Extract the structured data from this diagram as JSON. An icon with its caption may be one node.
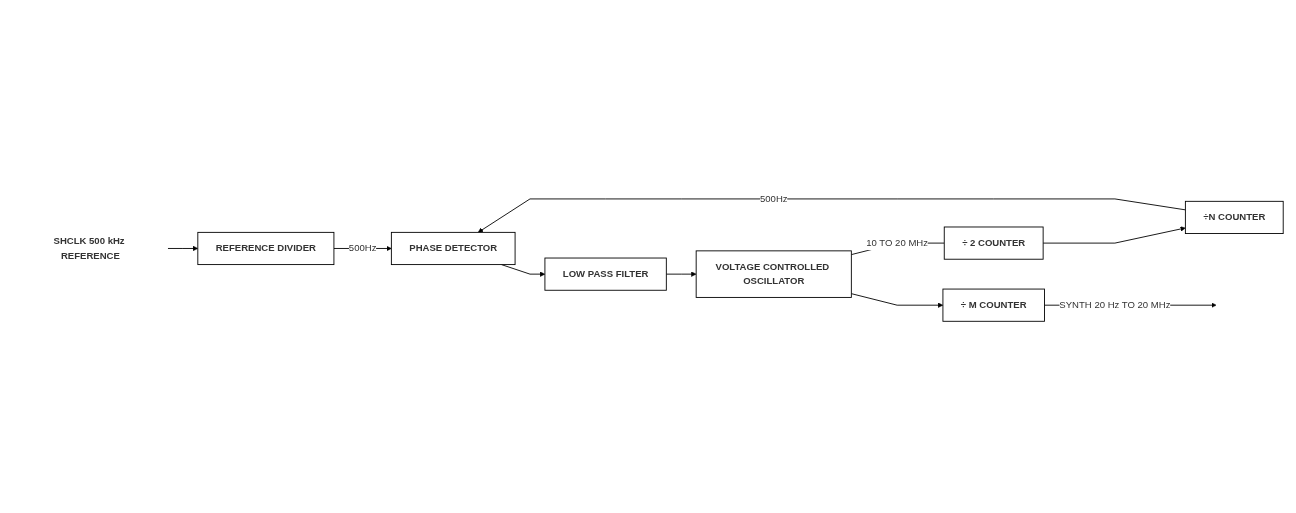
{
  "diagram": {
    "nodes": [
      {
        "text": [
          "SHCLK 500 kHz REFERENCE"
        ]
      },
      {
        "text": [
          "REFERENCE DIVIDER"
        ]
      },
      {
        "text": [
          "÷N COUNTER"
        ]
      },
      {
        "text": [
          "PHASE DETECTOR"
        ]
      },
      {
        "text": [
          "LOW PASS FILTER"
        ]
      },
      {
        "text": [
          "VOLTAGE CONTROLLED OSCILLATOR"
        ]
      },
      {
        "text": [
          "÷ 2 COUNTER"
        ]
      },
      {
        "text": [
          "÷ M COUNTER"
        ]
      }
    ],
    "edges": [
      {
        "from": 0,
        "to": 1,
        "arrow": "to"
      },
      {
        "from": 1,
        "to": 3,
        "label": "500Hz",
        "arrow": "to"
      },
      {
        "from": 2,
        "to": 3,
        "label": "500Hz",
        "arrow": "to"
      },
      {
        "from": 3,
        "to": 4,
        "arrow": "to"
      },
      {
        "from": 4,
        "to": 5,
        "arrow": "to"
      },
      {
        "from": 5,
        "to": 6,
        "label": "10 TO 20 MHz",
        "arrow": "none"
      },
      {
        "from": 6,
        "to": 2,
        "arrow": "to"
      },
      {
        "from": 5,
        "to": 7,
        "arrow": "to"
      },
      {
        "from": 7,
        "to": null,
        "label": "SYNTH 20 Hz TO 20 MHz",
        "arrow": "to"
      }
    ]
  }
}
